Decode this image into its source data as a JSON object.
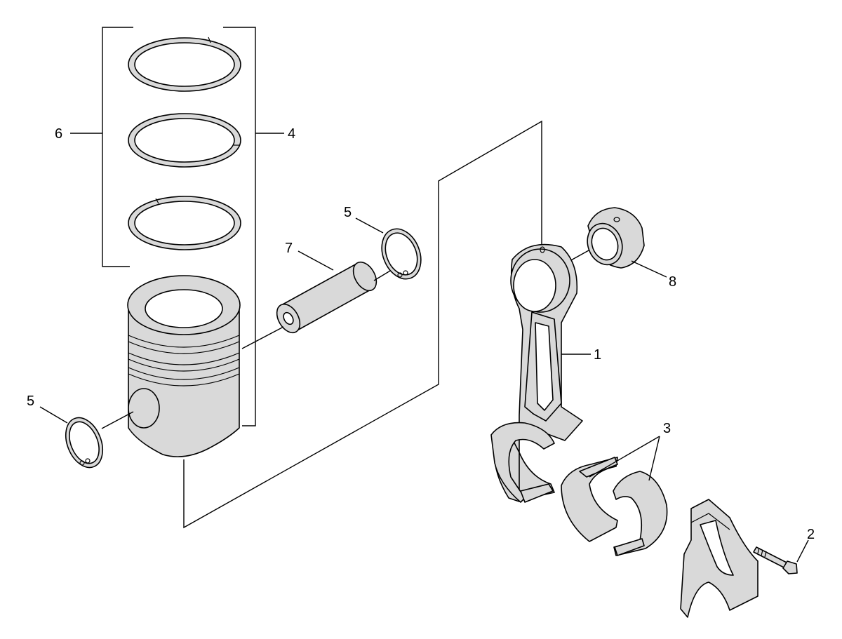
{
  "colors": {
    "line": "#000000",
    "part_fill": "#d9d9d9",
    "background": "#ffffff"
  },
  "callouts": {
    "conrod": "1",
    "bolt": "2",
    "bearing_shells": "3",
    "ring_set": "4",
    "circlip_upper": "5",
    "circlip_lower": "5",
    "rings": "6",
    "piston_pin": "7",
    "small_end_bushing": "8"
  }
}
